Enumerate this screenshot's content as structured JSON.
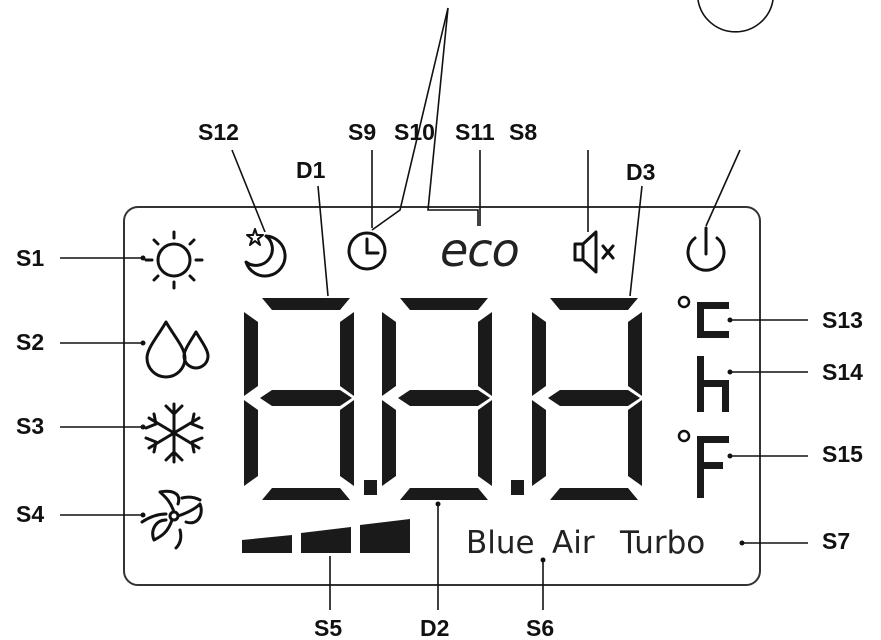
{
  "callouts": {
    "S1": "S1",
    "S2": "S2",
    "S3": "S3",
    "S4": "S4",
    "S5": "S5",
    "S6": "S6",
    "S7": "S7",
    "S8": "S8",
    "S9": "S9",
    "S10": "S10",
    "S11": "S11",
    "S12": "S12",
    "S13": "S13",
    "S14": "S14",
    "S15": "S15",
    "D1": "D1",
    "D2": "D2",
    "D3": "D3"
  },
  "panel": {
    "eco": "eco",
    "unit_c": "°C",
    "unit_h": "h",
    "unit_f": "°F",
    "modes": {
      "blue": "Blue",
      "air": "Air",
      "turbo": "Turbo"
    }
  },
  "display": {
    "digits": [
      "8",
      "8",
      "8"
    ]
  },
  "fan_speed": {
    "levels": 3,
    "active": 3
  },
  "icons": {
    "S1": "sun-icon",
    "S2": "water-drops-icon",
    "S3": "snowflake-icon",
    "S4": "fan-icon",
    "S9": "clock-icon",
    "S11": "eco-icon",
    "S8": "mute-icon",
    "S12": "sleep-moon-icon",
    "power": "power-icon"
  }
}
